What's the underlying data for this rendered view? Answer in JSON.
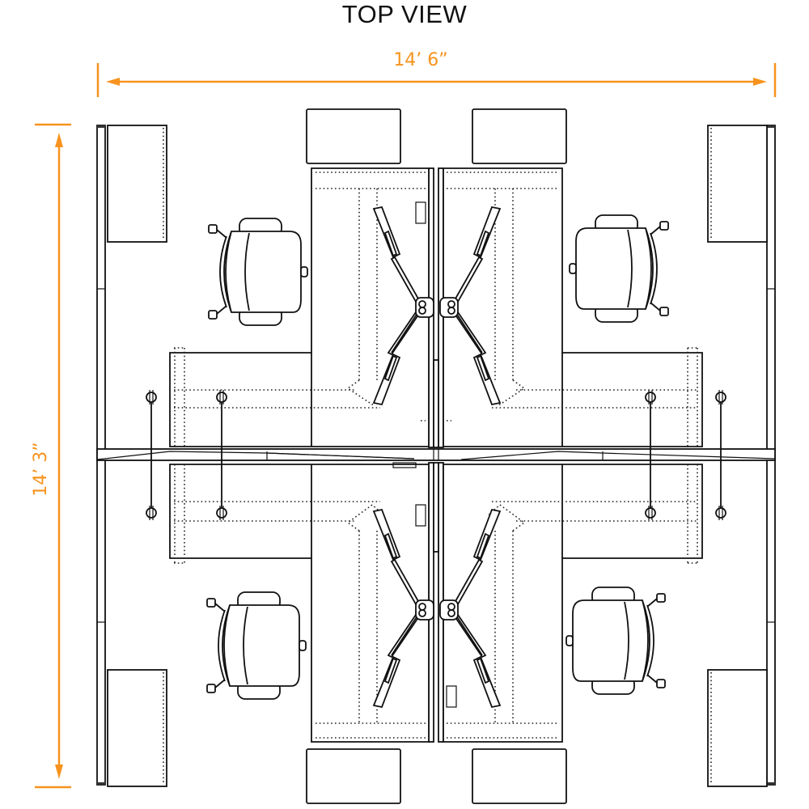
{
  "title": "TOP VIEW",
  "dimensions": {
    "width_label": "14’ 6”",
    "height_label": "14’ 3”",
    "color": "#f7931e"
  },
  "layout": {
    "workstations": [
      {
        "id": "top-left",
        "items": [
          "l-desk",
          "chair",
          "pedestal",
          "side-storage",
          "dual-monitor-arm"
        ]
      },
      {
        "id": "top-right",
        "items": [
          "l-desk",
          "chair",
          "pedestal",
          "side-storage",
          "dual-monitor-arm"
        ]
      },
      {
        "id": "bottom-left",
        "items": [
          "l-desk",
          "chair",
          "pedestal",
          "side-storage",
          "dual-monitor-arm"
        ]
      },
      {
        "id": "bottom-right",
        "items": [
          "l-desk",
          "chair",
          "pedestal",
          "side-storage",
          "dual-monitor-arm"
        ]
      }
    ],
    "line_color": "#111111",
    "background": "#ffffff"
  }
}
